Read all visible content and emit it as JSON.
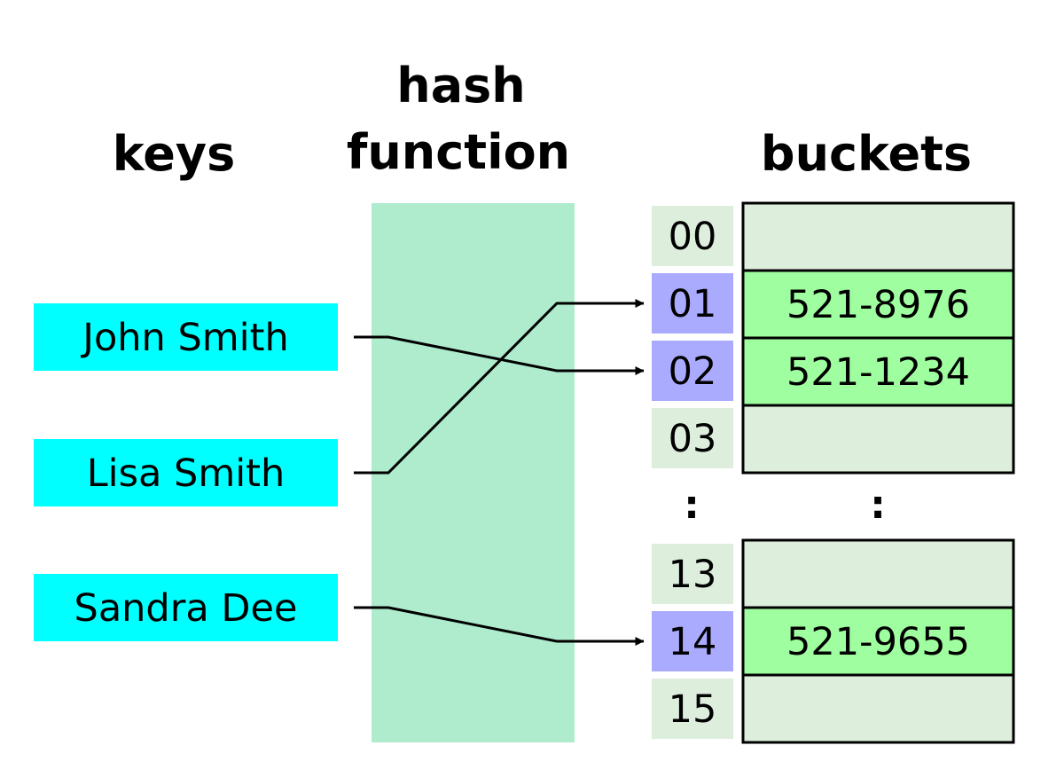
{
  "headers": {
    "keys": "keys",
    "hash_line1": "hash",
    "hash_line2": "function",
    "buckets": "buckets"
  },
  "keys": [
    {
      "label": "John Smith",
      "bucket": "02"
    },
    {
      "label": "Lisa Smith",
      "bucket": "01"
    },
    {
      "label": "Sandra Dee",
      "bucket": "14"
    }
  ],
  "indices_top": [
    "00",
    "01",
    "02",
    "03"
  ],
  "indices_bottom": [
    "13",
    "14",
    "15"
  ],
  "ellipsis": ":",
  "buckets_top": [
    "",
    "521-8976",
    "521-1234",
    ""
  ],
  "buckets_bottom": [
    "",
    "521-9655",
    ""
  ],
  "colors": {
    "key_box": "#00ffff",
    "hash_band": "#aeeccd",
    "index_default": "#ddeedd",
    "index_used": "#aaaaff",
    "bucket_empty": "#ddeedd",
    "bucket_filled": "#9ffe9f",
    "line": "#000000"
  }
}
